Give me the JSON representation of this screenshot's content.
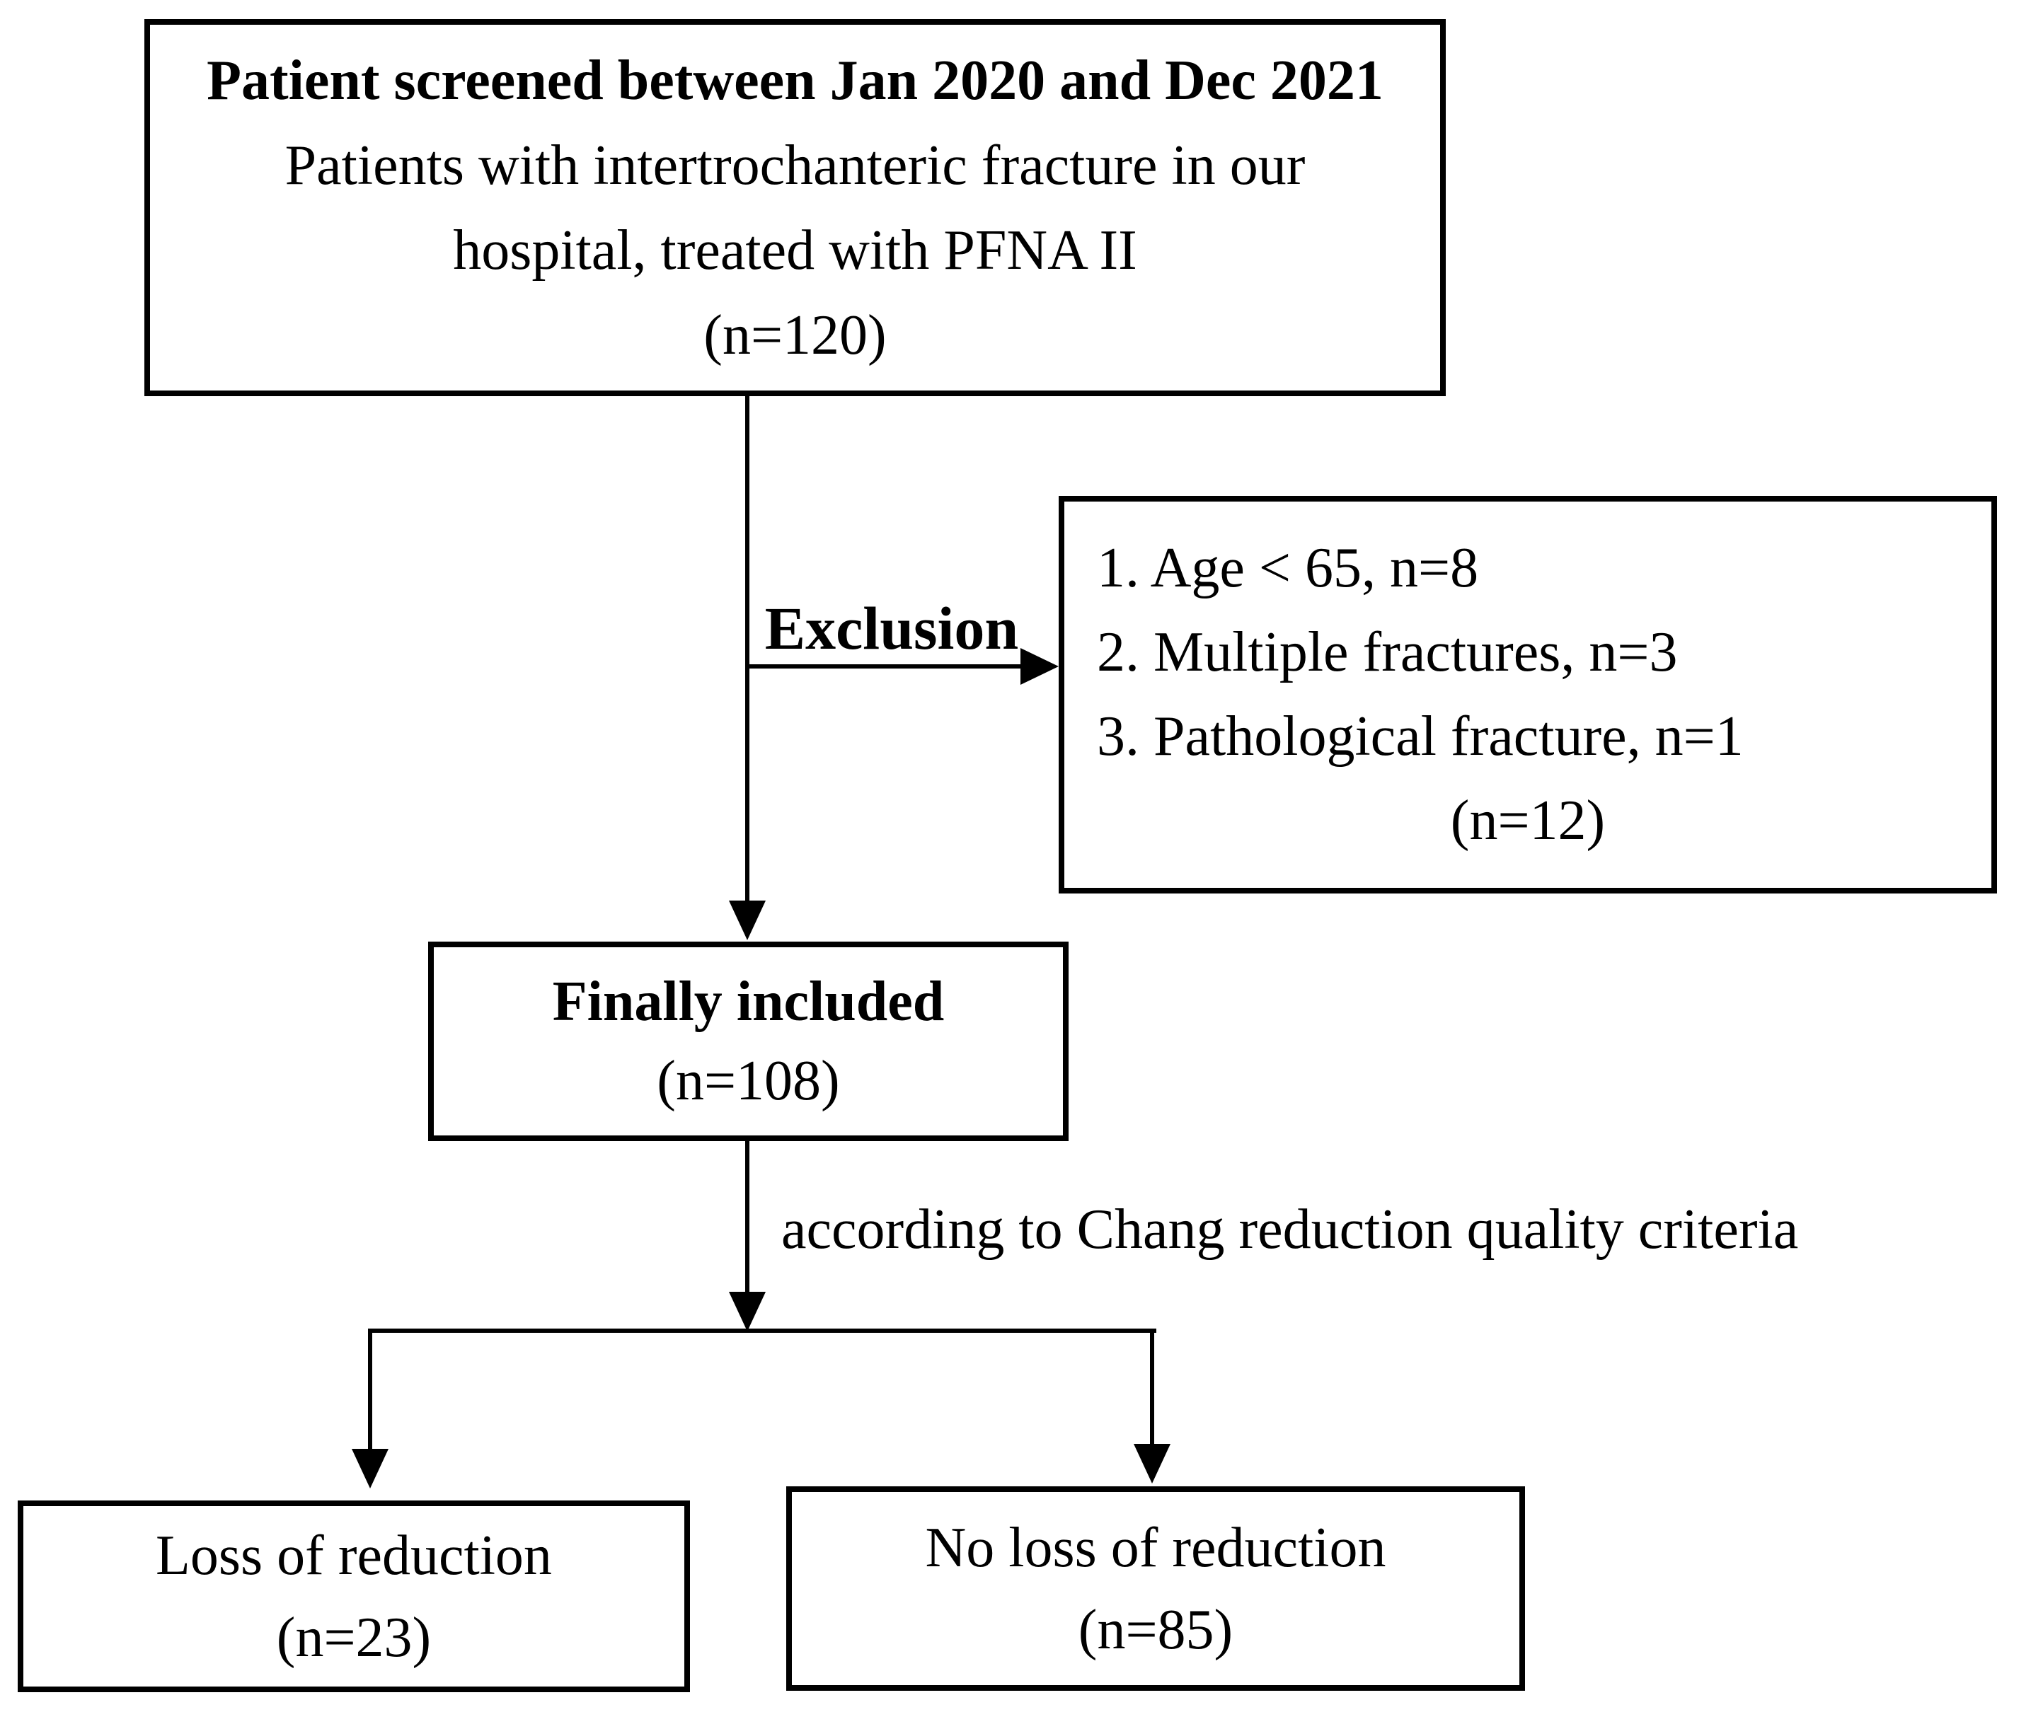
{
  "colors": {
    "background": "#ffffff",
    "line": "#000000",
    "text": "#000000"
  },
  "flowchart": {
    "screened_box": {
      "title": "Patient screened between Jan 2020 and Dec 2021",
      "line2": "Patients with intertrochanteric fracture in our",
      "line3": "hospital, treated with PFNA II",
      "count": "(n=120)"
    },
    "exclusion": {
      "label": "Exclusion",
      "items": [
        "1. Age < 65, n=8",
        "2. Multiple fractures, n=3",
        "3. Pathological fracture, n=1"
      ],
      "count": "(n=12)"
    },
    "included_box": {
      "title": "Finally included",
      "count": "(n=108)"
    },
    "criteria_note": "according to Chang reduction quality criteria",
    "loss_box": {
      "title": "Loss of reduction",
      "count": "(n=23)"
    },
    "no_loss_box": {
      "title": "No loss of reduction",
      "count": "(n=85)"
    }
  }
}
